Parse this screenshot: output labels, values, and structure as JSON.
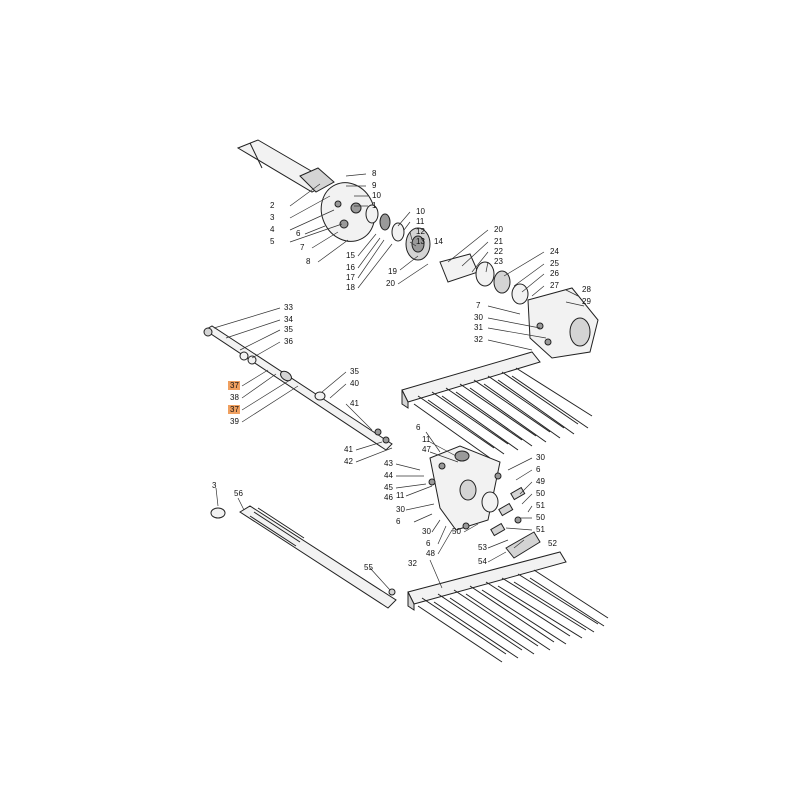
{
  "highlight_color": "#f0a060",
  "callouts": {
    "top": [
      "8",
      "9",
      "10",
      "1",
      "2",
      "3",
      "4",
      "5",
      "6",
      "7",
      "8",
      "10",
      "11",
      "12",
      "13",
      "14",
      "15",
      "16",
      "17",
      "18",
      "19",
      "20",
      "20",
      "21",
      "22",
      "23",
      "24",
      "25",
      "26",
      "27",
      "28",
      "29",
      "7",
      "30",
      "31",
      "32"
    ],
    "middle": [
      "33",
      "34",
      "35",
      "36",
      "37",
      "38",
      "37",
      "39",
      "35",
      "40",
      "41",
      "41",
      "42",
      "6",
      "11",
      "47",
      "43",
      "44",
      "45",
      "46",
      "11",
      "30",
      "6",
      "30",
      "6",
      "48",
      "30",
      "6",
      "49",
      "50",
      "51",
      "50",
      "51",
      "52",
      "50",
      "53",
      "54"
    ],
    "bottom": [
      "3",
      "56",
      "55",
      "32"
    ]
  }
}
